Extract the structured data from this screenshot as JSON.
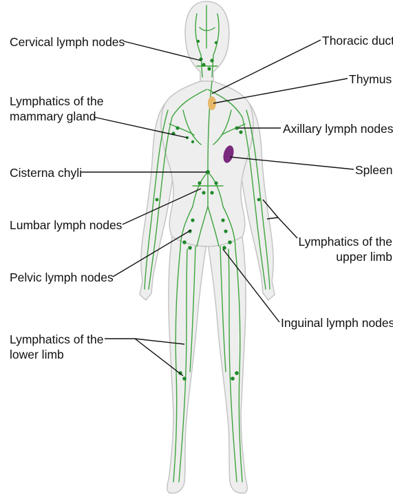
{
  "labels": {
    "cervical": "Cervical lymph nodes",
    "thoracic_duct": "Thoracic duct",
    "thymus": "Thymus",
    "mammary_1": "Lymphatics of the",
    "mammary_2": "mammary gland",
    "axillary": "Axillary lymph nodes",
    "cisterna": "Cisterna chyli",
    "spleen": "Spleen",
    "lumbar": "Lumbar lymph nodes",
    "upper_limb_1": "Lymphatics of the",
    "upper_limb_2": "upper limb",
    "pelvic": "Pelvic lymph nodes",
    "inguinal": "Inguinal lymph nodes",
    "lower_limb_1": "Lymphatics of the",
    "lower_limb_2": "lower limb"
  },
  "colors": {
    "body_fill": "#eeeeee",
    "body_outline": "#c4c4c4",
    "lymph_vessel": "#3ea33e",
    "lymph_node": "#1f8a2a",
    "thymus": "#e8b86a",
    "spleen": "#7a2a7e",
    "leader_line": "#111111"
  }
}
